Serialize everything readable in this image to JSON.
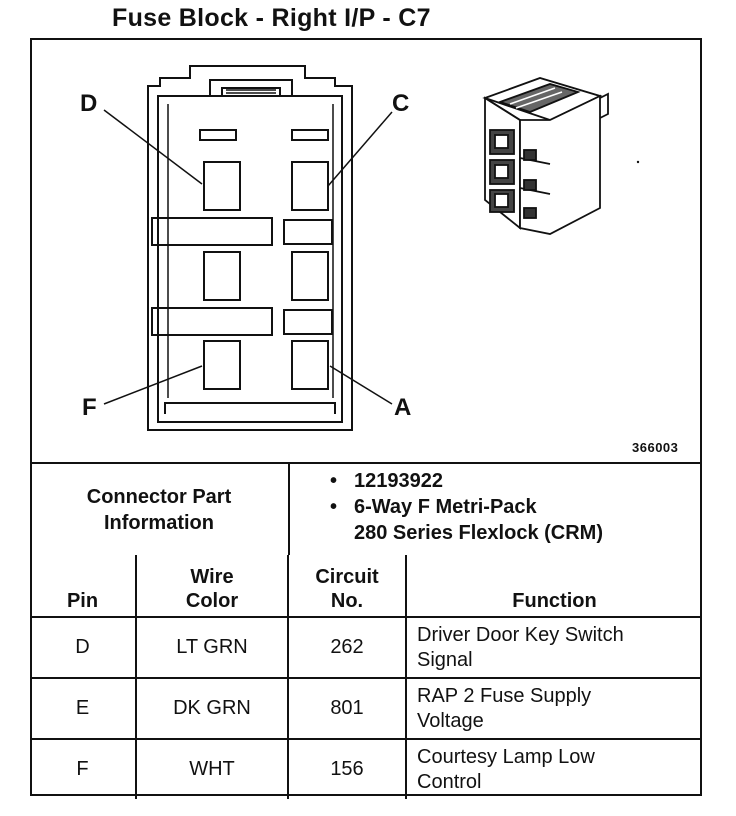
{
  "title": "Fuse Block - Right I/P - C7",
  "diagram": {
    "pin_labels": {
      "d": "D",
      "c": "C",
      "f": "F",
      "a": "A"
    },
    "figure_number": "366003"
  },
  "connector_info": {
    "label_line1": "Connector Part",
    "label_line2": "Information",
    "part_number": "12193922",
    "description_line1": "6-Way F Metri-Pack",
    "description_line2": "280 Series Flexlock (CRM)"
  },
  "table": {
    "headers": {
      "pin": "Pin",
      "wire_color_1": "Wire",
      "wire_color_2": "Color",
      "circuit_1": "Circuit",
      "circuit_2": "No.",
      "function": "Function"
    },
    "rows": [
      {
        "pin": "D",
        "wire_color": "LT GRN",
        "circuit": "262",
        "function_1": "Driver Door Key Switch",
        "function_2": "Signal"
      },
      {
        "pin": "E",
        "wire_color": "DK GRN",
        "circuit": "801",
        "function_1": "RAP 2 Fuse Supply",
        "function_2": "Voltage"
      },
      {
        "pin": "F",
        "wire_color": "WHT",
        "circuit": "156",
        "function_1": "Courtesy Lamp Low",
        "function_2": "Control"
      }
    ]
  }
}
